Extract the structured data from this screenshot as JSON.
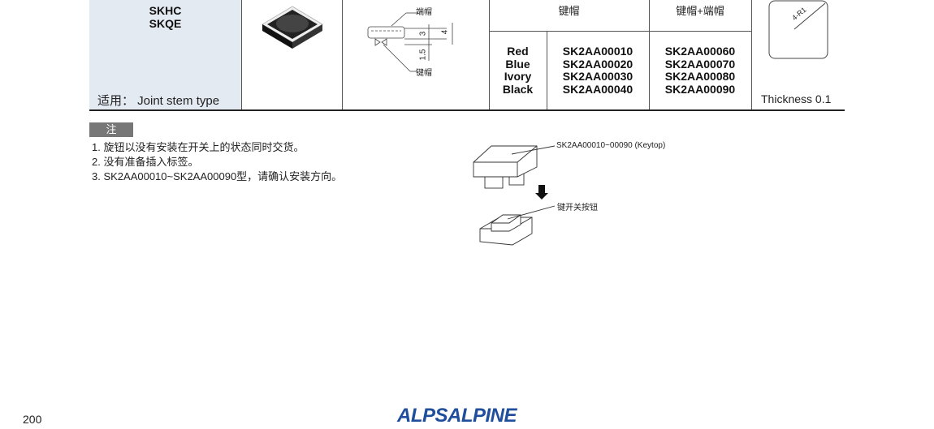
{
  "table": {
    "series": [
      "SKHC",
      "SKQE"
    ],
    "applicable": "适用： Joint stem type",
    "diagram_labels": {
      "end_cap": "端帽",
      "keytop": "键帽",
      "dim_3": "3",
      "dim_4": "4",
      "dim_15": "1.5"
    },
    "header_keytop": "键帽",
    "header_keytop_endcap": "键帽+端帽",
    "colors": [
      "Red",
      "Blue",
      "Ivory",
      "Black"
    ],
    "keytop_parts": [
      "SK2AA00010",
      "SK2AA00020",
      "SK2AA00030",
      "SK2AA00040"
    ],
    "keytop_endcap_parts": [
      "SK2AA00060",
      "SK2AA00070",
      "SK2AA00080",
      "SK2AA00090"
    ],
    "radius_label": "4-R1",
    "thickness": "Thickness 0.1"
  },
  "notes": {
    "title": "注",
    "items": [
      "1. 旋钮以没有安装在开关上的状态同时交货。",
      "2. 没有准备插入标签。",
      "3. SK2AA00010~SK2AA00090型，请确认安装方向。"
    ]
  },
  "figure": {
    "keytop_label": "SK2AA00010~00090 (Keytop)",
    "switch_label": "键开关按钮"
  },
  "footer": {
    "page": "200",
    "logo": "ALPSALPINE"
  }
}
